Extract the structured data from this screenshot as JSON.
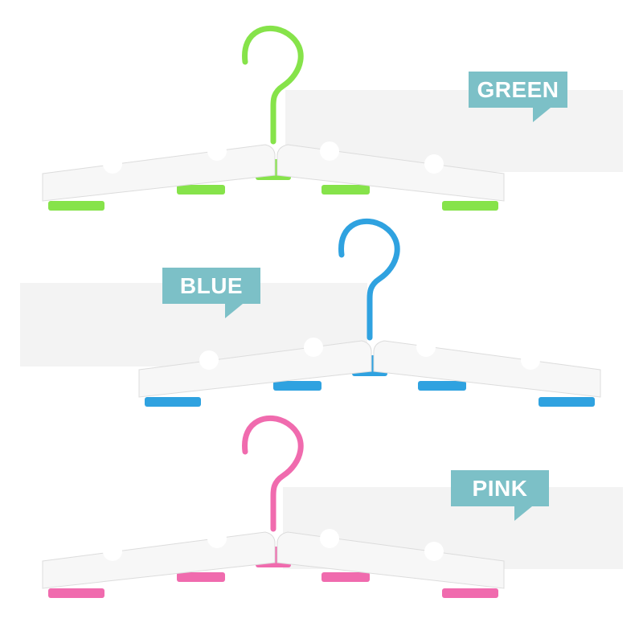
{
  "labels": {
    "green": "GREEN",
    "blue": "BLUE",
    "pink": "PINK"
  },
  "colors": {
    "green": "#86e34a",
    "blue": "#2fa2e0",
    "pink": "#f06bae",
    "label_bg": "#7cc0c7",
    "band": "#f3f3f3",
    "arm": "#f7f7f7"
  }
}
